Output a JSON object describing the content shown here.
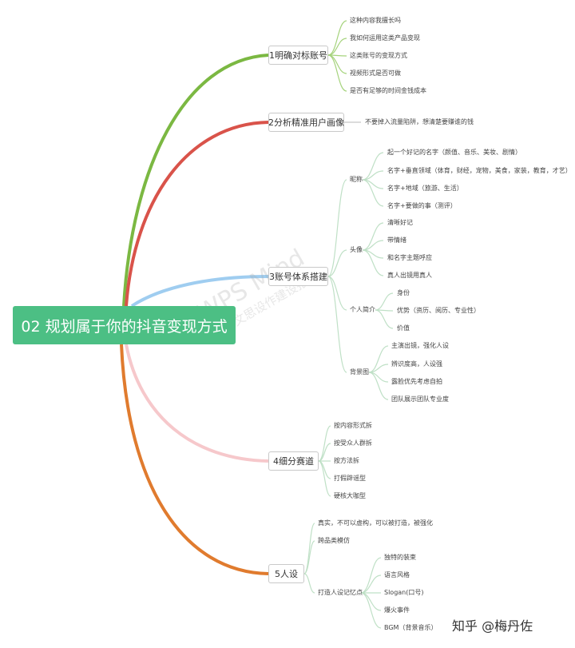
{
  "root": {
    "title": "02 规划属于你的抖音变现方式"
  },
  "branches": [
    {
      "label": "1明确对标账号",
      "color": "#7bb842",
      "items": [
        "这种内容我擅长吗",
        "我如何运用这类产品变现",
        "这类账号的变现方式",
        "视频形式是否可做",
        "是否有足够的时间金钱成本"
      ]
    },
    {
      "label": "2分析精准用户画像",
      "color": "#d9534a",
      "note": "不要掉入流量陷阱，想清楚要赚谁的钱"
    },
    {
      "label": "3账号体系搭建",
      "color": "#9fcdf0",
      "groups": [
        {
          "label": "昵称",
          "items": [
            "起一个好记的名字（颜值、音乐、美妆、剧情）",
            "名字+垂直领域（体育，财经，宠物，美食，家装，教育，才艺）",
            "名字+地域（旅游、生活）",
            "名字+要做的事（测评）"
          ]
        },
        {
          "label": "头像",
          "items": [
            "清晰好记",
            "带情绪",
            "和名字主题呼应",
            "真人出镜用真人"
          ]
        },
        {
          "label": "个人简介",
          "items": [
            "身份",
            "优势（资历、阅历、专业性）",
            "价值"
          ]
        },
        {
          "label": "背景图",
          "items": [
            "主演出镜，强化人设",
            "辨识度高，人设强",
            "露脸优先考虑自拍",
            "团队展示团队专业度"
          ]
        }
      ]
    },
    {
      "label": "4细分赛道",
      "color": "#f6c8cb",
      "items": [
        "按内容形式拆",
        "按受众人群拆",
        "按方法拆",
        "打假辟谣型",
        "硬核大咖型"
      ]
    },
    {
      "label": "5人设",
      "color": "#e07b2e",
      "items": [
        "真实，不可以虚构，可以被打造，被强化",
        "跨品类模仿"
      ],
      "group": {
        "label": "打造人设记忆点",
        "items": [
          "独特的装束",
          "语言风格",
          "Slogan(口号)",
          "爆火事件",
          "BGM（背景音乐）"
        ]
      }
    }
  ],
  "watermark": {
    "line1": "WPS Mind",
    "line2": "WPS文思设作建设报"
  },
  "credit": "知乎 @梅丹佐"
}
